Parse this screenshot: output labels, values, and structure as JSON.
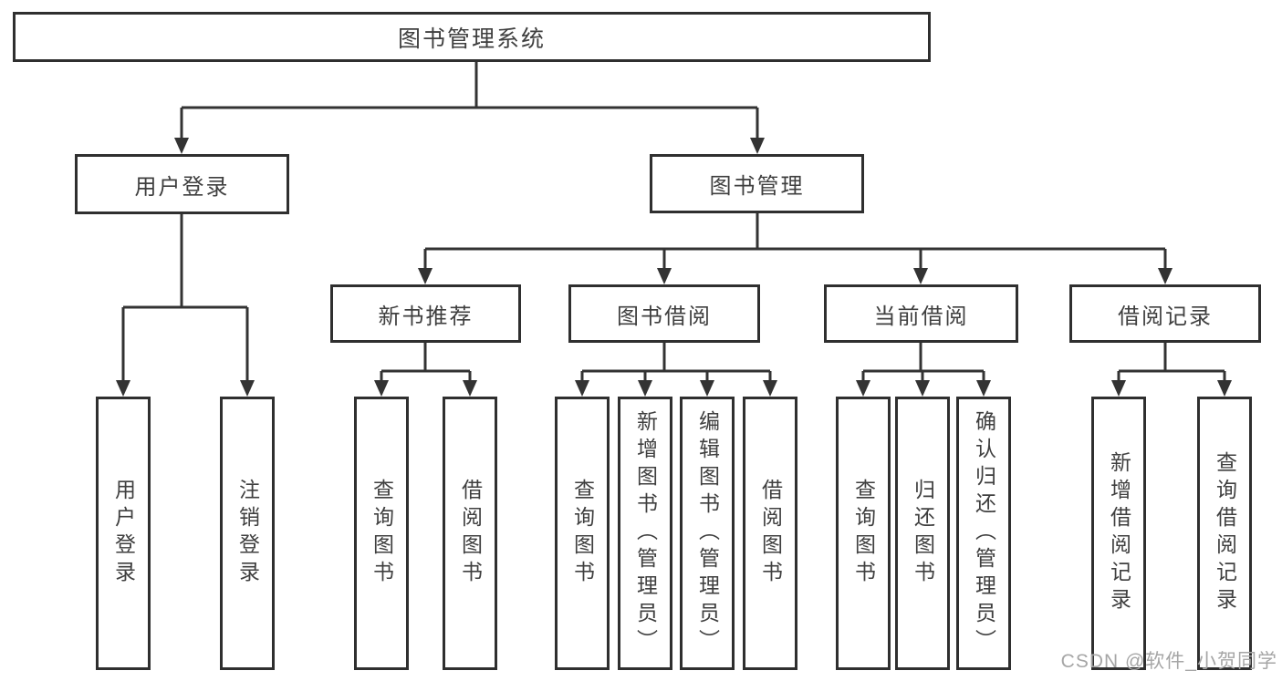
{
  "tree": {
    "label": "图书管理系统",
    "children": [
      {
        "label": "用户登录",
        "children": [
          {
            "label": "用户登录"
          },
          {
            "label": "注销登录"
          }
        ]
      },
      {
        "label": "图书管理",
        "children": [
          {
            "label": "新书推荐",
            "children": [
              {
                "label": "查询图书"
              },
              {
                "label": "借阅图书"
              }
            ]
          },
          {
            "label": "图书借阅",
            "children": [
              {
                "label": "查询图书"
              },
              {
                "label": "新增图书（管理员）"
              },
              {
                "label": "编辑图书（管理员）"
              },
              {
                "label": "借阅图书"
              }
            ]
          },
          {
            "label": "当前借阅",
            "children": [
              {
                "label": "查询图书"
              },
              {
                "label": "归还图书"
              },
              {
                "label": "确认归还（管理员）"
              }
            ]
          },
          {
            "label": "借阅记录",
            "children": [
              {
                "label": "新增借阅记录"
              },
              {
                "label": "查询借阅记录"
              }
            ]
          }
        ]
      }
    ]
  },
  "watermark": "CSDN @软件_小贺同学",
  "colors": {
    "line": "#333333",
    "box_border": "#2f2f2f",
    "box_fill": "#ffffff",
    "text": "#3f3f3f",
    "watermark": "#a6a6a6",
    "background": "#ffffff"
  }
}
